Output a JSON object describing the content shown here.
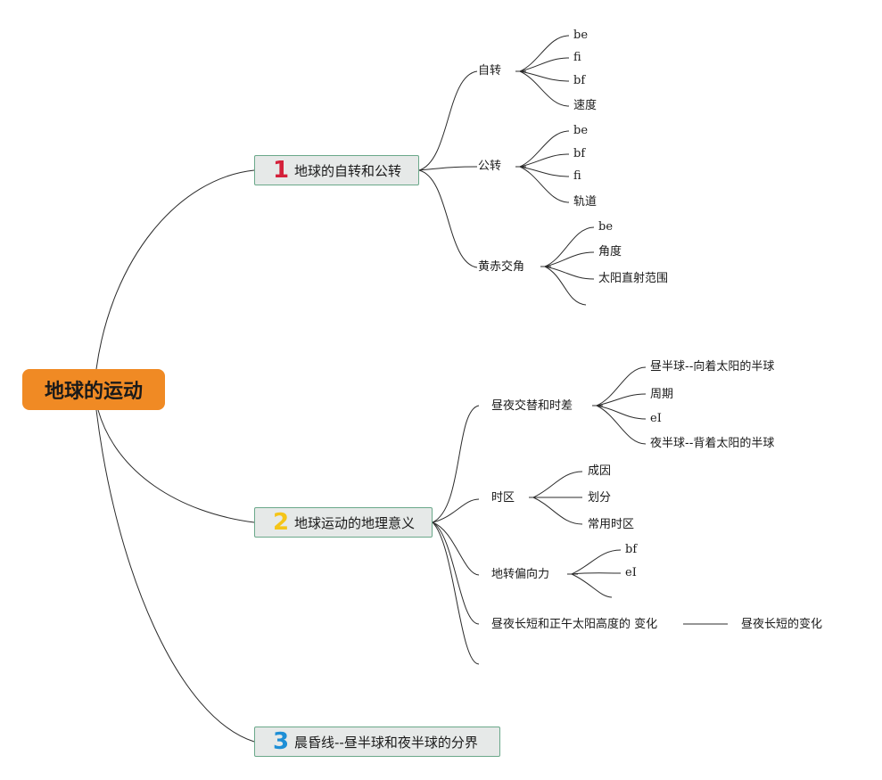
{
  "root": {
    "label": "地球的运动"
  },
  "topics": [
    {
      "num": "1",
      "num_color": "#d4213a",
      "label": "地球的自转和公转"
    },
    {
      "num": "2",
      "num_color": "#f5c518",
      "label": "地球运动的地理意义"
    },
    {
      "num": "3",
      "num_color": "#1e8fd6",
      "label": "晨昏线--昼半球和夜半球的分界"
    }
  ],
  "t1": {
    "rotation": {
      "label": "自转",
      "leaves": [
        "be",
        "fi",
        "bf",
        "速度"
      ]
    },
    "revolution": {
      "label": "公转",
      "leaves": [
        "be",
        "bf",
        "fi",
        "轨道"
      ]
    },
    "obliquity": {
      "label": "黄赤交角",
      "leaves": [
        "be",
        "角度",
        "太阳直射范围"
      ]
    }
  },
  "t2": {
    "daynight": {
      "label": "昼夜交替和时差",
      "leaves": [
        "昼半球--向着太阳的半球",
        "周期",
        "eI",
        "夜半球--背着太阳的半球"
      ]
    },
    "timezone": {
      "label": "时区",
      "leaves": [
        "成因",
        "划分",
        "常用时区"
      ]
    },
    "deflect": {
      "label": "地转偏向力",
      "leaves": [
        "bf",
        "eI"
      ]
    },
    "length": {
      "label": "昼夜长短和正午太阳高度的 变化",
      "leaf": "昼夜长短的变化"
    }
  }
}
